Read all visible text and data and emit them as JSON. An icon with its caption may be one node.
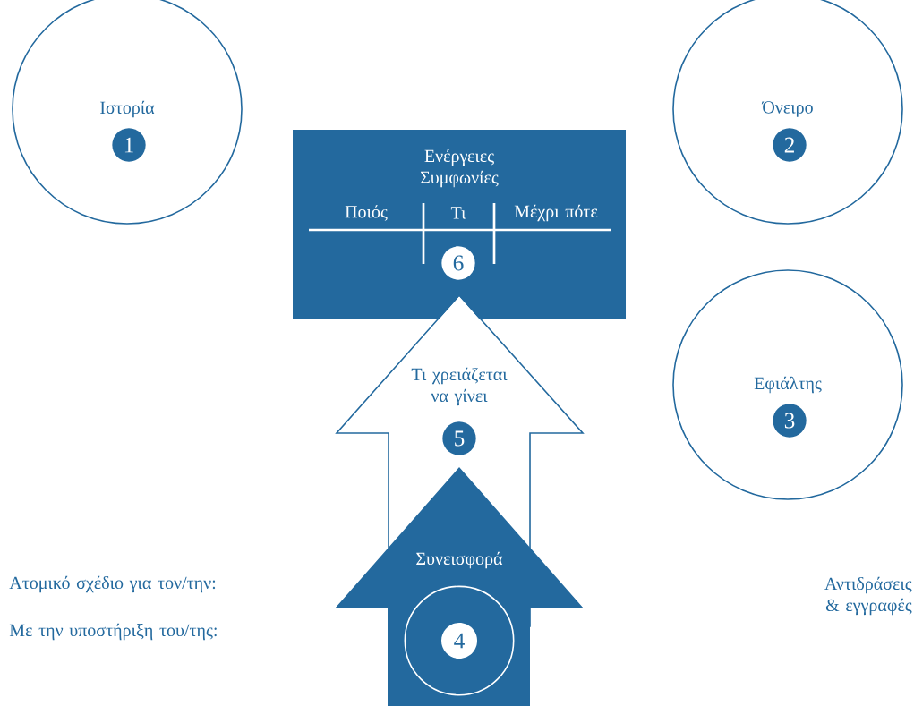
{
  "diagram": {
    "nodes": [
      {
        "text": [
          "Ιστορία",
          "1"
        ]
      },
      {
        "text": [
          "Όνειρο",
          "2"
        ]
      },
      {
        "text": [
          "Εφιάλτης",
          "3"
        ]
      },
      {
        "text": [
          "Συνεισφορά"
        ]
      },
      {
        "text": [
          "4"
        ],
        "in": 3
      },
      {
        "text": [
          "Τι χρειάζεται να γίνει",
          "5"
        ]
      },
      {
        "text": [
          "Ενέργειες Συμφωνίες",
          "Ποιός",
          "Τι",
          "Μέχρι πότε",
          "6"
        ]
      }
    ],
    "labels": [
      "Ατομικό σχέδιο για τον/την:",
      "Με την υποστήριξη του/της:",
      "Αντιδράσεις & εγγραφές"
    ]
  }
}
